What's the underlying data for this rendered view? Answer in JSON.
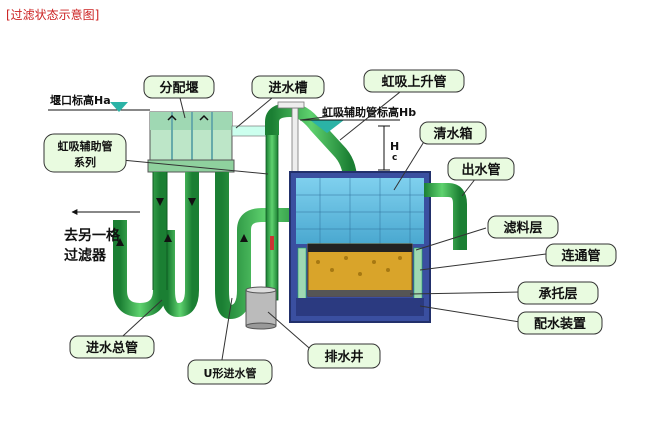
{
  "title": "[过滤状态示意图]",
  "labels": {
    "weir_level": "堰口标高Ha",
    "distributor": "分配堰",
    "inlet_trough": "进水槽",
    "siphon_rise": "虹吸上升管",
    "siphon_aux_level": "虹吸辅助管标高Hb",
    "siphon_aux_series_1": "虹吸辅助管",
    "siphon_aux_series_2": "系列",
    "hc": "H",
    "hc_sub": "c",
    "clear_tank": "清水箱",
    "outlet_pipe": "出水管",
    "to_other_1": "去另一格",
    "to_other_2": "过滤器",
    "filter_layer": "滤料层",
    "connect_pipe": "连通管",
    "support_layer": "承托层",
    "distribution": "配水装置",
    "main_inlet": "进水总管",
    "u_inlet": "U形进水管",
    "drain_well": "排水井"
  },
  "colors": {
    "pipe": "#2fb24a",
    "pipe_dark": "#1b7f33",
    "callout_fill": "#e9fbe0",
    "callout_stroke": "#333333",
    "tank_frame": "#3a4fa0",
    "water": "#7fc8e8",
    "filter": "#d9a42a",
    "title_red": "#cc2222"
  }
}
